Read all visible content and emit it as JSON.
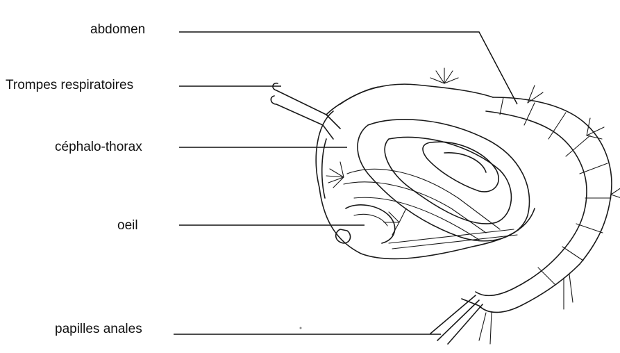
{
  "labels": {
    "abdomen": "abdomen",
    "trompes": "Trompes respiratoires",
    "cephalo_thorax": "céphalo-thorax",
    "oeil": "oeil",
    "papilles": "papilles anales"
  }
}
